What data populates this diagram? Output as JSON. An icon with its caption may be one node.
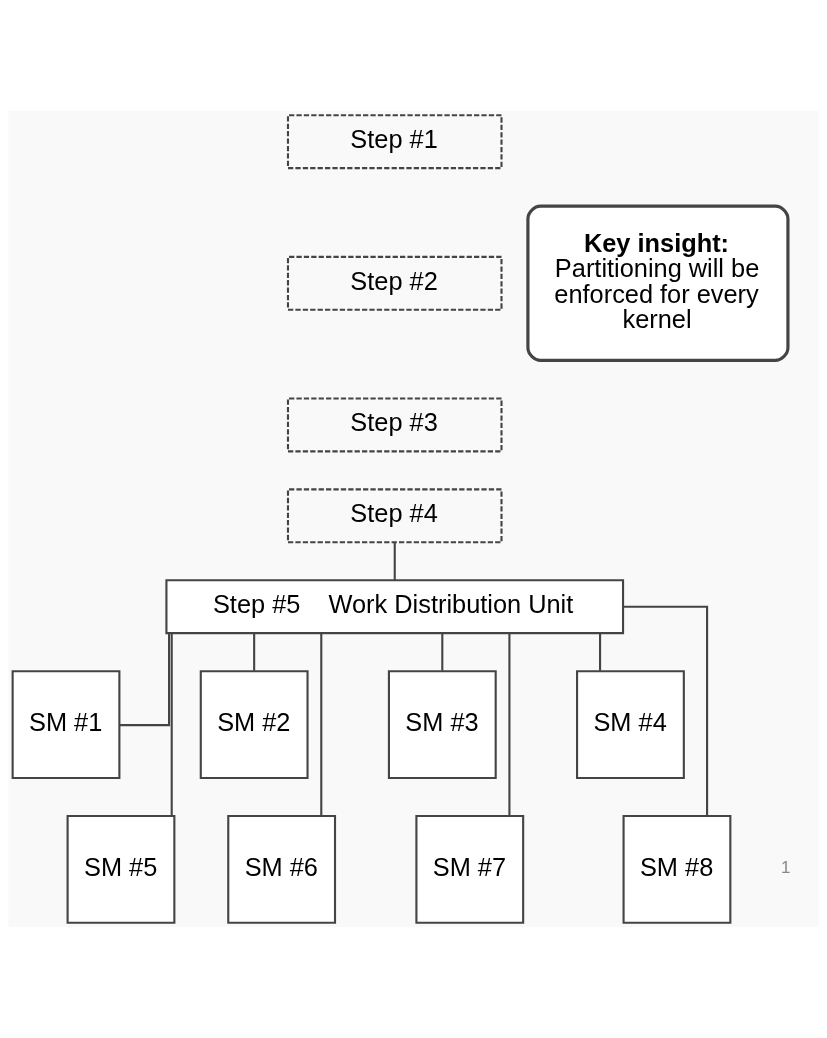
{
  "diagram": {
    "nodes": [
      {
        "text": [
          "Step #1"
        ]
      },
      {
        "text": [
          "Step #2"
        ]
      },
      {
        "text": [
          "Step #3"
        ]
      },
      {
        "text": [
          "Step #4"
        ]
      },
      {
        "text": [
          "Key insight:",
          "Partitioning will be enforced for every kernel"
        ]
      },
      {
        "text": [
          "Step #5",
          "Work Distribution Unit"
        ]
      },
      {
        "text": [
          "SM #1"
        ]
      },
      {
        "text": [
          "SM #2"
        ]
      },
      {
        "text": [
          "SM #3"
        ]
      },
      {
        "text": [
          "SM #4"
        ]
      },
      {
        "text": [
          "SM #5"
        ]
      },
      {
        "text": [
          "SM #6"
        ]
      },
      {
        "text": [
          "SM #7"
        ]
      },
      {
        "text": [
          "SM #8"
        ]
      }
    ],
    "edges": [
      {
        "from": 3,
        "to": 5,
        "arrow": "none"
      },
      {
        "from": 5,
        "to": 6,
        "arrow": "none"
      },
      {
        "from": 5,
        "to": 10,
        "arrow": "none"
      },
      {
        "from": 5,
        "to": 7,
        "arrow": "none"
      },
      {
        "from": 5,
        "to": 11,
        "arrow": "none"
      },
      {
        "from": 5,
        "to": 8,
        "arrow": "none"
      },
      {
        "from": 5,
        "to": 12,
        "arrow": "none"
      },
      {
        "from": 5,
        "to": 9,
        "arrow": "none"
      },
      {
        "from": 5,
        "to": 13,
        "arrow": "none"
      }
    ],
    "labels": [
      "1"
    ]
  }
}
